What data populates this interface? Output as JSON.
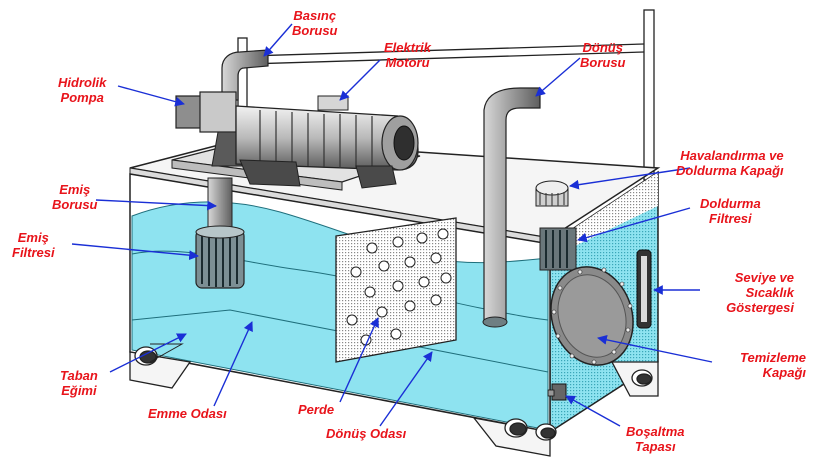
{
  "colors": {
    "label": "#e8141b",
    "arrow": "#1a2fd6",
    "oil": "#8ee3f0",
    "oil_dark": "#55cfe3",
    "line": "#222222",
    "metal_light": "#e6e6e6",
    "metal_mid": "#a8a8a8",
    "metal_dark": "#555555"
  },
  "labels": {
    "basinc_borusu": {
      "line1": "Basınç",
      "line2": "Borusu"
    },
    "elektrik_motoru": {
      "line1": "Elektrik",
      "line2": "Motoru"
    },
    "donus_borusu": {
      "line1": "Dönüş",
      "line2": "Borusu"
    },
    "hidrolik_pompa": {
      "line1": "Hidrolik",
      "line2": "Pompa"
    },
    "havalandirma": {
      "line1": "Havalandırma ve",
      "line2": "Doldurma Kapağı"
    },
    "emis_borusu": {
      "line1": "Emiş",
      "line2": "Borusu"
    },
    "doldurma_filtresi": {
      "line1": "Doldurma",
      "line2": "Filtresi"
    },
    "emis_filtresi": {
      "line1": "Emiş",
      "line2": "Filtresi"
    },
    "seviye": {
      "line1": "Seviye ve",
      "line2": "Sıcaklık",
      "line3": "Göstergesi"
    },
    "temizleme": {
      "line1": "Temizleme",
      "line2": "Kapağı"
    },
    "taban_egimi": {
      "line1": "Taban",
      "line2": "Eğimi"
    },
    "emme_odasi": {
      "line1": "Emme Odası"
    },
    "perde": {
      "line1": "Perde"
    },
    "donus_odasi": {
      "line1": "Dönüş Odası"
    },
    "bosaltma": {
      "line1": "Boşaltma",
      "line2": "Tapası"
    }
  }
}
